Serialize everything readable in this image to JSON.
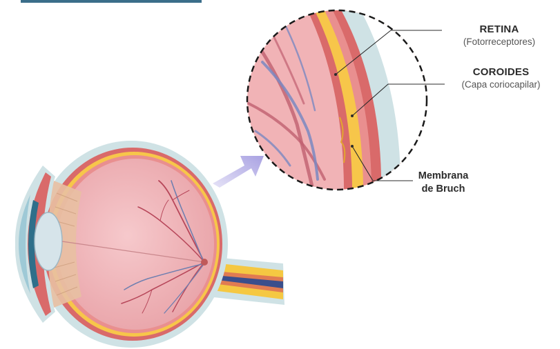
{
  "labels": {
    "retina": {
      "title": "RETINA",
      "subtitle": "(Fotorreceptores)"
    },
    "coroides": {
      "title": "COROIDES",
      "subtitle": "(Capa coriocapilar)"
    },
    "bruch": {
      "line1": "Membrana",
      "line2": "de Bruch"
    }
  },
  "colors": {
    "sclera": "#cfe2e5",
    "choroid": "#d96a6a",
    "retina": "#f7c64a",
    "vitreous": "#efb4b8",
    "vessel_red": "#b7475a",
    "vessel_blue": "#6f7fb0",
    "optic_nerve_yellow": "#f5c842",
    "cornea_blue": "#9ec9d6",
    "iris": "#2f6f8a",
    "zoom_arrow": "#b9b4e8",
    "top_rule": "#3b6e8a"
  }
}
